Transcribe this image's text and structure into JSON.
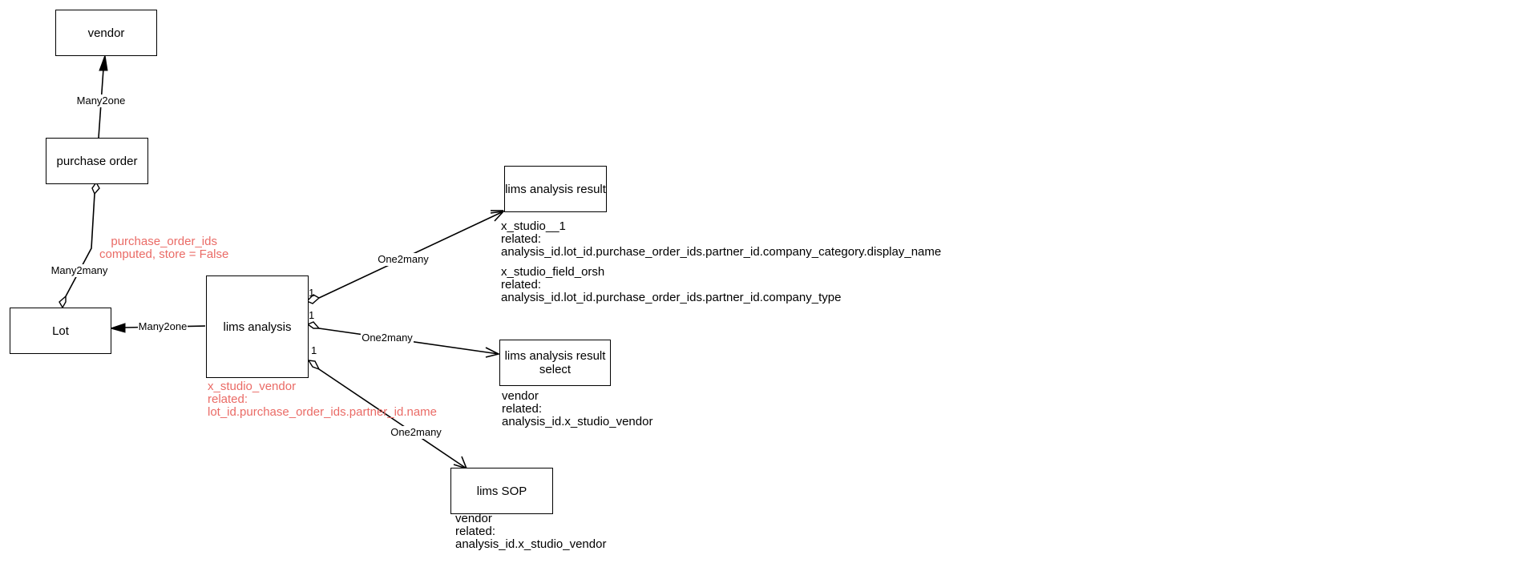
{
  "nodes": {
    "vendor": "vendor",
    "purchase_order": "purchase order",
    "lot": "Lot",
    "lims_analysis": "lims  analysis",
    "lims_analysis_result": "lims  analysis  result",
    "lims_analysis_result_select": "lims  analysis result\nselect",
    "lims_sop": "lims  SOP"
  },
  "edges": {
    "po_vendor": "Many2one",
    "po_lot": "Many2many",
    "analysis_lot": "Many2one",
    "analysis_result": "One2many",
    "analysis_result_select": "One2many",
    "analysis_sop": "One2many",
    "mult_result": "1",
    "mult_result_select": "1",
    "mult_sop": "1"
  },
  "notes": {
    "purchase_order_ids": "purchase_order_ids\ncomputed, store = False",
    "x_studio_vendor": "x_studio_vendor\nrelated:\nlot_id.purchase_order_ids.partner_id.name",
    "result_field_1": "x_studio__1\nrelated:\nanalysis_id.lot_id.purchase_order_ids.partner_id.company_category.display_name",
    "result_field_2": "x_studio_field_orsh\nrelated:\nanalysis_id.lot_id.purchase_order_ids.partner_id.company_type",
    "select_vendor": "vendor\nrelated:\nanalysis_id.x_studio_vendor",
    "sop_vendor": "vendor\nrelated:\nanalysis_id.x_studio_vendor"
  },
  "colors": {
    "line": "#000000",
    "annotation_red": "#ea6b66"
  }
}
